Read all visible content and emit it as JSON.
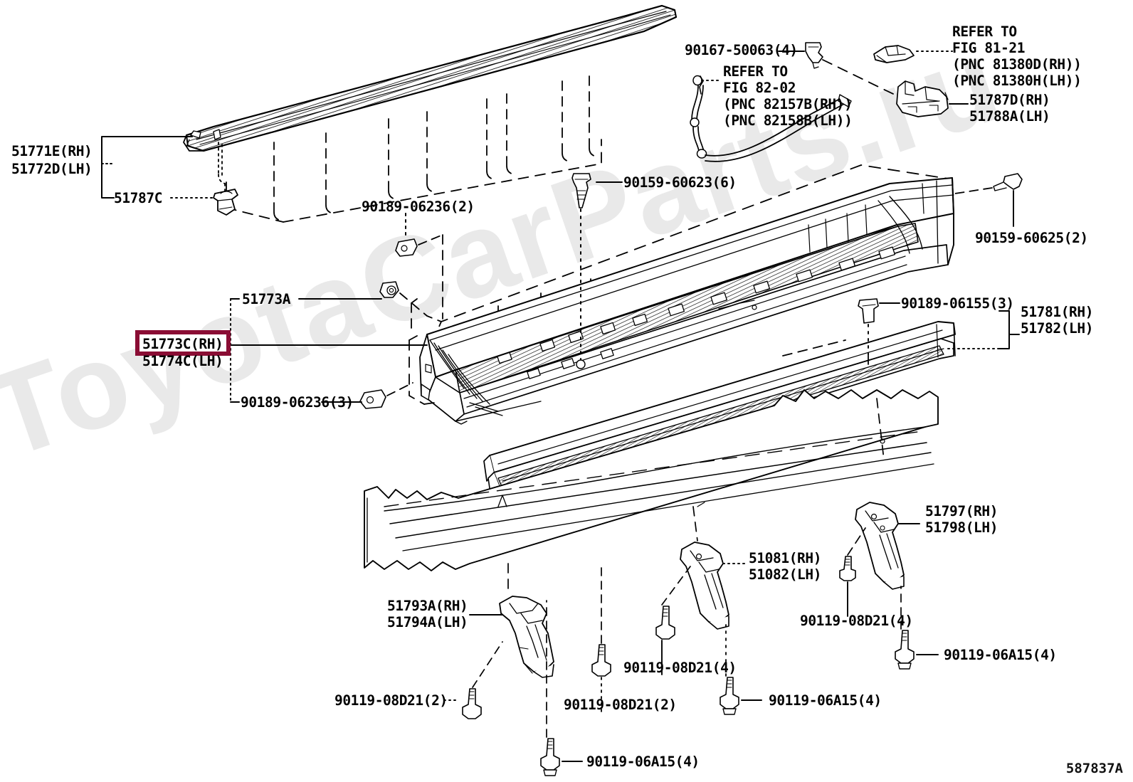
{
  "diagram": {
    "id": "587837A",
    "watermark": "ToyotaCarParts.ru",
    "background_color": "#ffffff",
    "line_color": "#000000",
    "highlight_color": "#8a0d34"
  },
  "labels": {
    "l_51771e": "51771E(RH)",
    "l_51772d": "51772D(LH)",
    "l_51787c": "51787C",
    "l_90189_06236_2": "90189-06236(2)",
    "l_90159_60623_6": "90159-60623(6)",
    "l_90167_50063_4": "90167-50063(4)",
    "l_refer_82_02_line1": "REFER TO",
    "l_refer_82_02_line2": "FIG 82-02",
    "l_refer_82_02_line3": "(PNC 82157B(RH))",
    "l_refer_82_02_line4": "(PNC 82158B(LH))",
    "l_refer_81_21_line1": "REFER TO",
    "l_refer_81_21_line2": "FIG 81-21",
    "l_refer_81_21_line3": "(PNC 81380D(RH))",
    "l_refer_81_21_line4": "(PNC 81380H(LH))",
    "l_51787d": "51787D(RH)",
    "l_51788a": "51788A(LH)",
    "l_90159_60625_2": "90159-60625(2)",
    "l_51773a": "51773A",
    "l_51773c": "51773C(RH)",
    "l_51774c": "51774C(LH)",
    "l_90189_06236_3": "90189-06236(3)",
    "l_90189_06155_3": "90189-06155(3)",
    "l_51781": "51781(RH)",
    "l_51782": "51782(LH)",
    "l_51797": "51797(RH)",
    "l_51798": "51798(LH)",
    "l_51081": "51081(RH)",
    "l_51082": "51082(LH)",
    "l_51793a": "51793A(RH)",
    "l_51794a": "51794A(LH)",
    "l_90119_08D21_4_right": "90119-08D21(4)",
    "l_90119_08D21_4_mid": "90119-08D21(4)",
    "l_90119_06A15_4_right": "90119-06A15(4)",
    "l_90119_08D21_2_left": "90119-08D21(2)",
    "l_90119_08D21_2_mid": "90119-08D21(2)",
    "l_90119_06A15_4_mid": "90119-06A15(4)",
    "l_90119_06A15_4_bottom": "90119-06A15(4)"
  },
  "parts": [
    {
      "number": "51771E",
      "side": "RH",
      "name": "step-plate-assembly"
    },
    {
      "number": "51772D",
      "side": "LH",
      "name": "step-plate-assembly"
    },
    {
      "number": "51787C",
      "side": "",
      "name": "step-plate-clip"
    },
    {
      "number": "51773A",
      "side": "",
      "name": "rocker-moulding-retainer"
    },
    {
      "number": "51773C",
      "side": "RH",
      "name": "side-step-assembly",
      "selected": true
    },
    {
      "number": "51774C",
      "side": "LH",
      "name": "side-step-assembly"
    },
    {
      "number": "51781",
      "side": "RH",
      "name": "rocker-panel-moulding"
    },
    {
      "number": "51782",
      "side": "LH",
      "name": "rocker-panel-moulding"
    },
    {
      "number": "51787D",
      "side": "RH",
      "name": "step-bracket"
    },
    {
      "number": "51788A",
      "side": "LH",
      "name": "step-bracket"
    },
    {
      "number": "51797",
      "side": "RH",
      "name": "rear-step-bracket"
    },
    {
      "number": "51798",
      "side": "LH",
      "name": "rear-step-bracket"
    },
    {
      "number": "51081",
      "side": "RH",
      "name": "center-step-bracket"
    },
    {
      "number": "51082",
      "side": "LH",
      "name": "center-step-bracket"
    },
    {
      "number": "51793A",
      "side": "RH",
      "name": "front-step-bracket"
    },
    {
      "number": "51794A",
      "side": "LH",
      "name": "front-step-bracket"
    },
    {
      "number": "90119-08D21",
      "side": "",
      "name": "bolt"
    },
    {
      "number": "90119-06A15",
      "side": "",
      "name": "bolt"
    },
    {
      "number": "90159-60623",
      "side": "",
      "name": "screw"
    },
    {
      "number": "90159-60625",
      "side": "",
      "name": "screw"
    },
    {
      "number": "90167-50063",
      "side": "",
      "name": "screw"
    },
    {
      "number": "90189-06236",
      "side": "",
      "name": "grommet"
    },
    {
      "number": "90189-06155",
      "side": "",
      "name": "clip"
    }
  ]
}
